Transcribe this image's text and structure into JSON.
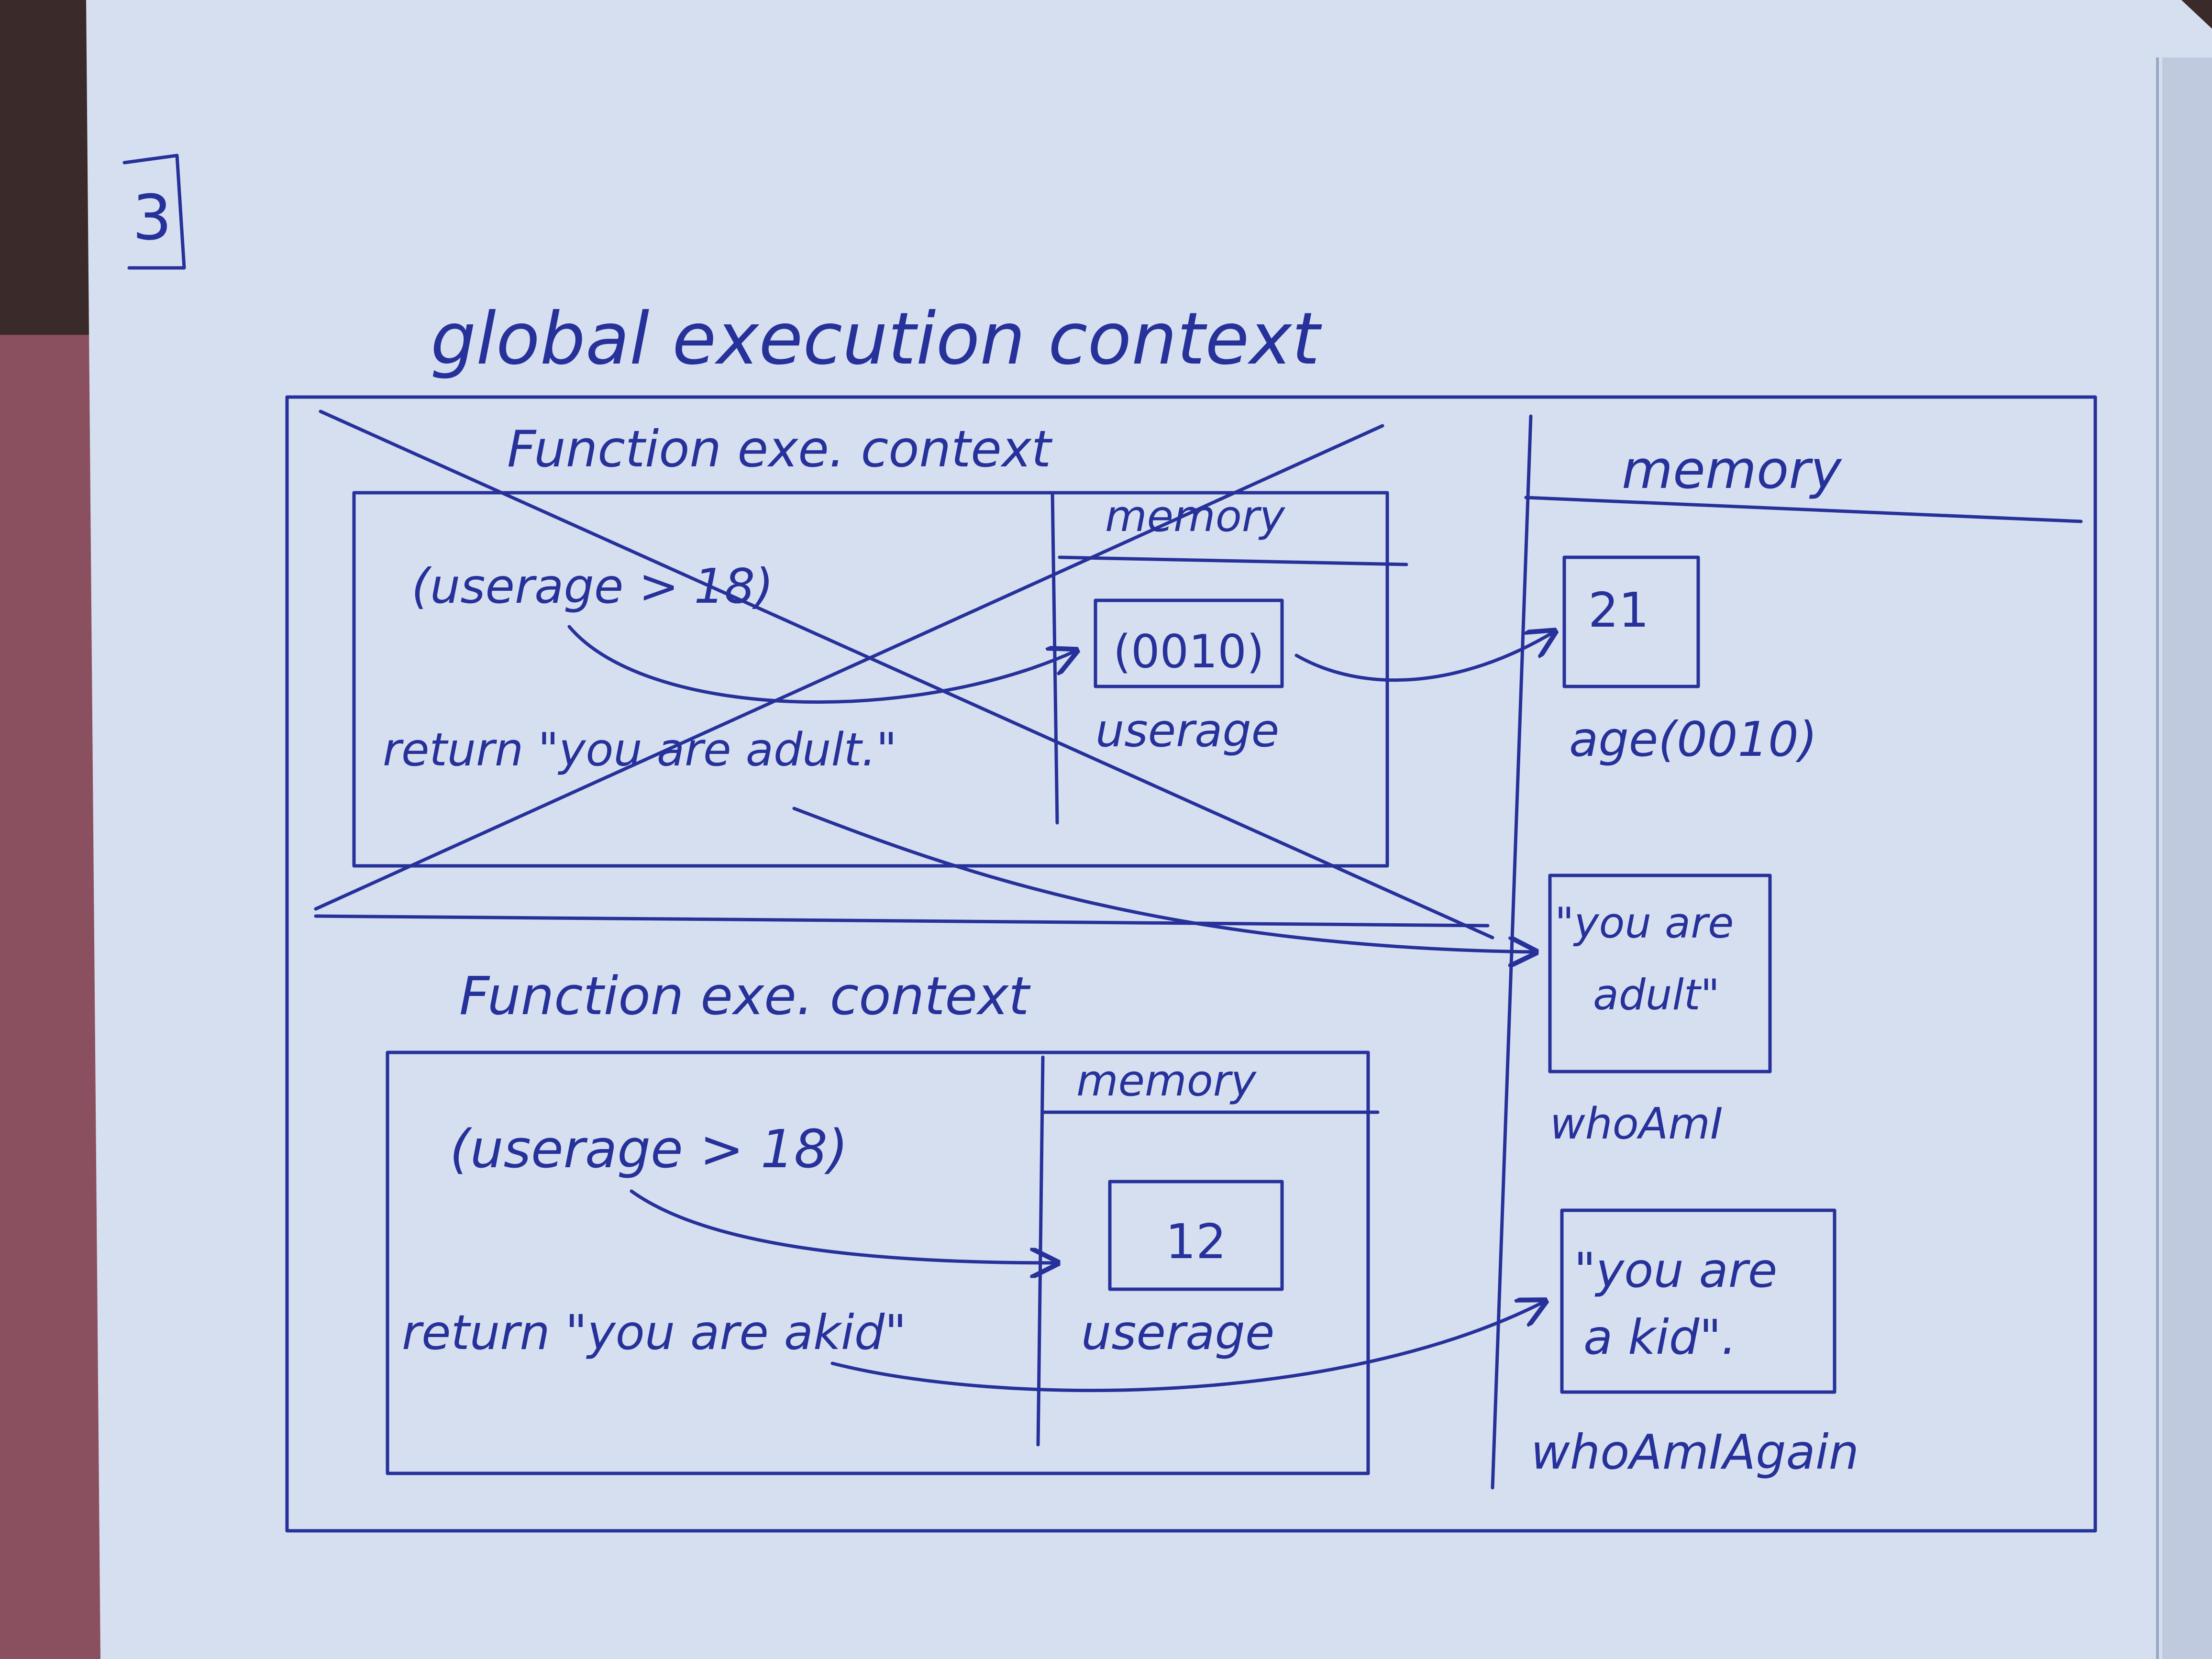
{
  "page_number": "3",
  "title": "global execution context",
  "global_memory": {
    "header": "memory",
    "slots": [
      {
        "value": "21",
        "label": "age(0010)"
      },
      {
        "value_lines": [
          "\"you are",
          "adult\""
        ],
        "label": "whoAmI"
      },
      {
        "value_lines": [
          "\"you are",
          "a kid\"."
        ],
        "label": "whoAmIAgain"
      }
    ]
  },
  "function_contexts": [
    {
      "title": "Function exe. context",
      "crossed_out": true,
      "code": {
        "condition": "(userage > 18)",
        "return": "return \"you are adult.\""
      },
      "memory": {
        "header": "memory",
        "value": "(0010)",
        "label": "userage"
      }
    },
    {
      "title": "Function exe. context",
      "crossed_out": false,
      "code": {
        "condition": "(userage > 18)",
        "return": "return \"you are akid\""
      },
      "memory": {
        "header": "memory",
        "value": "12",
        "label": "userage"
      }
    }
  ],
  "colors": {
    "ink": "#26329a",
    "paper": "#d6dff0",
    "background": "#3a2a2a"
  }
}
